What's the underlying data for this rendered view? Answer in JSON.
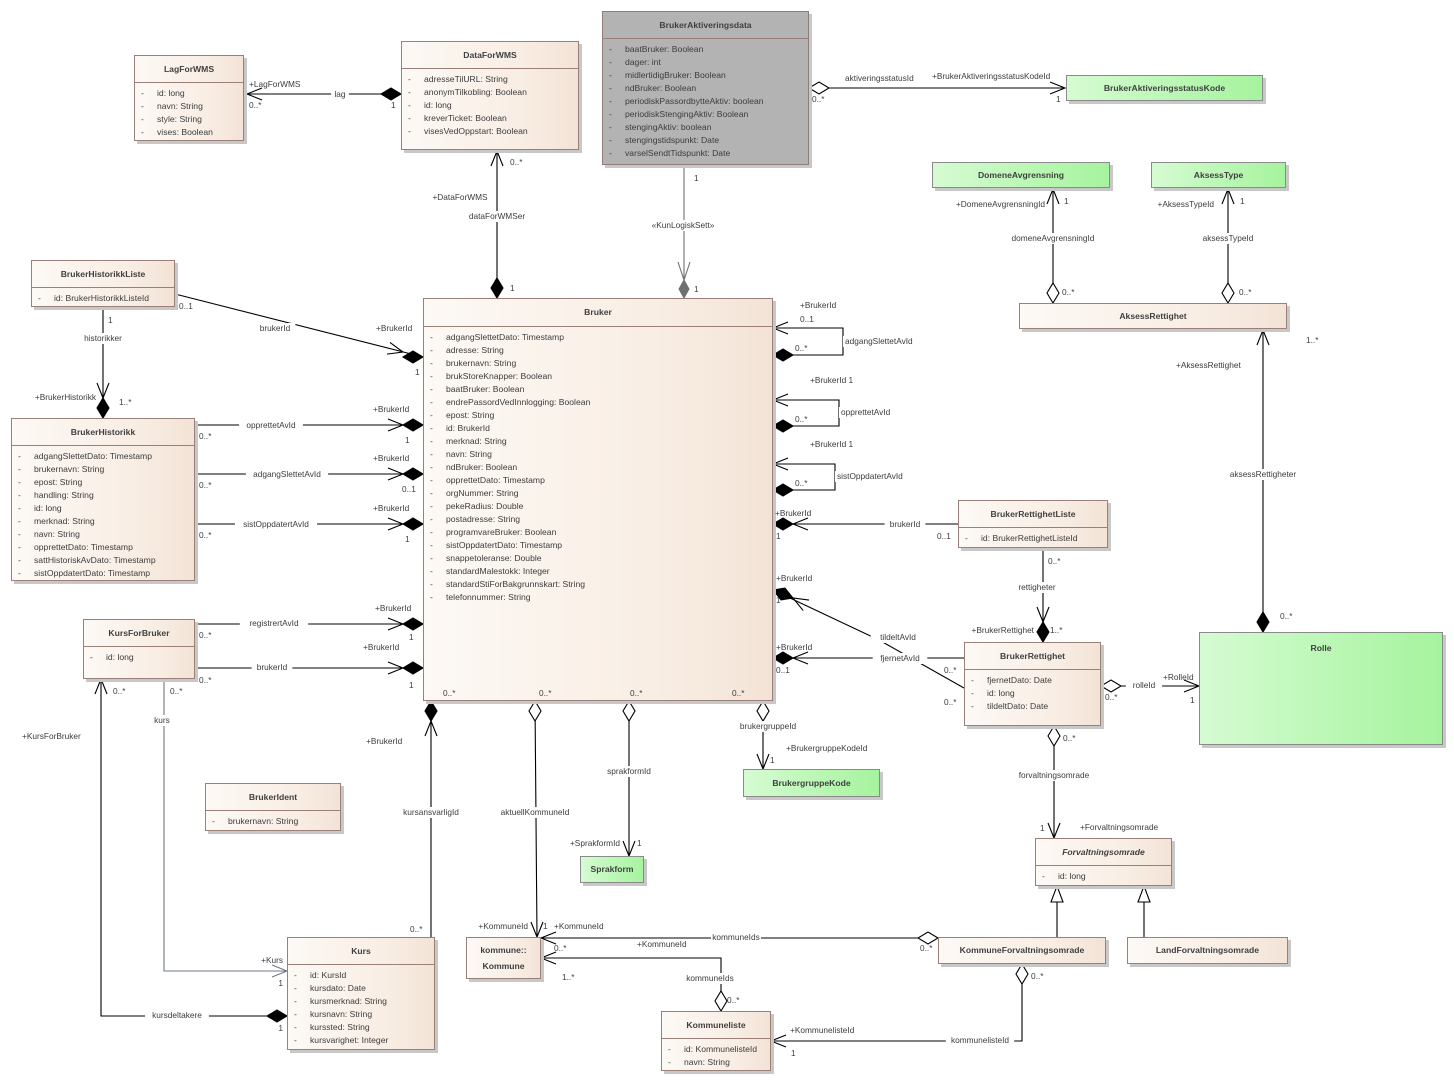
{
  "diagram": {
    "type": "UML class diagram",
    "colors": {
      "entity_fill": "#f8ede3",
      "code_fill": "#b8f7b2",
      "highlight_fill": "#b3b3b3",
      "border": "#9a8078",
      "line": "#000000",
      "dependency_line": "#707070"
    }
  },
  "classes": [
    {
      "id": "LagForWMS",
      "name": "LagForWMS",
      "style": "entity",
      "attributes": [
        "id: long",
        "navn: String",
        "style: String",
        "vises: Boolean"
      ]
    },
    {
      "id": "DataForWMS",
      "name": "DataForWMS",
      "style": "entity",
      "attributes": [
        "adresseTilURL: String",
        "anonymTilkobling: Boolean",
        "id: long",
        "kreverTicket: Boolean",
        "visesVedOppstart: Boolean"
      ]
    },
    {
      "id": "BrukerAktiveringsdata",
      "name": "BrukerAktiveringsdata",
      "style": "grey",
      "attributes": [
        "baatBruker: Boolean",
        "dager: int",
        "midlertidigBruker: Boolean",
        "ndBruker: Boolean",
        "periodiskPassordbytteAktiv: boolean",
        "periodiskStengingAktiv: Boolean",
        "stengingAktiv: boolean",
        "stengingstidspunkt: Date",
        "varselSendtTidspunkt: Date"
      ]
    },
    {
      "id": "BrukerAktiveringsstatusKode",
      "name": "BrukerAktiveringsstatusKode",
      "style": "code",
      "attributes": []
    },
    {
      "id": "DomeneAvgrensning",
      "name": "DomeneAvgrensning",
      "style": "code",
      "attributes": []
    },
    {
      "id": "AksessType",
      "name": "AksessType",
      "style": "code",
      "attributes": []
    },
    {
      "id": "AksessRettighet",
      "name": "AksessRettighet",
      "style": "entity",
      "attributes": []
    },
    {
      "id": "BrukerHistorikkListe",
      "name": "BrukerHistorikkListe",
      "style": "entity",
      "attributes": [
        "id: BrukerHistorikkListeId"
      ]
    },
    {
      "id": "BrukerHistorikk",
      "name": "BrukerHistorikk",
      "style": "entity",
      "attributes": [
        "adgangSlettetDato: Timestamp",
        "brukernavn: String",
        "epost: String",
        "handling: String",
        "id: long",
        "merknad: String",
        "navn: String",
        "opprettetDato: Timestamp",
        "sattHistoriskAvDato: Timestamp",
        "sistOppdatertDato: Timestamp"
      ]
    },
    {
      "id": "Bruker",
      "name": "Bruker",
      "style": "entity",
      "attributes": [
        "adgangSlettetDato: Timestamp",
        "adresse: String",
        "brukernavn: String",
        "brukStoreKnapper: Boolean",
        "baatBruker: Boolean",
        "endrePassordVedInnlogging: Boolean",
        "epost: String",
        "id: BrukerId",
        "merknad: String",
        "navn: String",
        "ndBruker: Boolean",
        "opprettetDato: Timestamp",
        "orgNummer: String",
        "pekeRadius: Double",
        "postadresse: String",
        "programvareBruker: Boolean",
        "sistOppdatertDato: Timestamp",
        "snappetoleranse: Double",
        "standardMalestokk: Integer",
        "standardStiForBakgrunnskart: String",
        "telefonnummer: String"
      ]
    },
    {
      "id": "BrukerRettighetListe",
      "name": "BrukerRettighetListe",
      "style": "entity",
      "attributes": [
        "id: BrukerRettighetListeId"
      ]
    },
    {
      "id": "BrukerRettighet",
      "name": "BrukerRettighet",
      "style": "entity",
      "attributes": [
        "fjernetDato: Date",
        "id: long",
        "tildeltDato: Date"
      ]
    },
    {
      "id": "Rolle",
      "name": "Rolle",
      "style": "code",
      "attributes": []
    },
    {
      "id": "KursForBruker",
      "name": "KursForBruker",
      "style": "entity",
      "attributes": [
        "id: long"
      ]
    },
    {
      "id": "BrukerIdent",
      "name": "BrukerIdent",
      "style": "entity",
      "attributes": [
        "brukernavn: String"
      ]
    },
    {
      "id": "BrukergruppeKode",
      "name": "BrukergruppeKode",
      "style": "code",
      "attributes": []
    },
    {
      "id": "Sprakform",
      "name": "Sprakform",
      "style": "code",
      "attributes": []
    },
    {
      "id": "Forvaltningsomrade",
      "name": "Forvaltningsomrade",
      "style": "entity",
      "abstract": true,
      "attributes": [
        "id: long"
      ]
    },
    {
      "id": "Kurs",
      "name": "Kurs",
      "style": "entity",
      "attributes": [
        "id: KursId",
        "kursdato: Date",
        "kursmerknad: String",
        "kursnavn: String",
        "kurssted: String",
        "kursvarighet: Integer"
      ]
    },
    {
      "id": "Kommune",
      "name": "kommune::\nKommune",
      "style": "entity",
      "attributes": []
    },
    {
      "id": "Kommuneliste",
      "name": "Kommuneliste",
      "style": "entity",
      "attributes": [
        "id: KommunelisteId",
        "navn: String"
      ]
    },
    {
      "id": "KommuneForvaltningsomrade",
      "name": "KommuneForvaltningsomrade",
      "style": "entity",
      "attributes": []
    },
    {
      "id": "LandForvaltningsomrade",
      "name": "LandForvaltningsomrade",
      "style": "entity",
      "attributes": []
    }
  ],
  "relations": [
    {
      "id": "lag",
      "from": "DataForWMS",
      "to": "LagForWMS",
      "kind": "composition",
      "name": "lag",
      "role": "+LagForWMS",
      "source_mult": "1",
      "target_mult": "0..*"
    },
    {
      "id": "dataForWMSer",
      "from": "Bruker",
      "to": "DataForWMS",
      "kind": "composition",
      "name": "dataForWMSer",
      "role": "+DataForWMS",
      "source_mult": "1",
      "target_mult": "0..*"
    },
    {
      "id": "aktiveringsstatusId",
      "from": "BrukerAktiveringsdata",
      "to": "BrukerAktiveringsstatusKode",
      "kind": "aggregation",
      "name": "aktiveringsstatusId",
      "role": "+BrukerAktiveringsstatusKodeId",
      "source_mult": "0..*",
      "target_mult": "1"
    },
    {
      "id": "kunLogiskSett",
      "from": "Bruker",
      "to": "BrukerAktiveringsdata",
      "kind": "composition-dependency",
      "name": "«KunLogiskSett»",
      "role": "",
      "source_mult": "1",
      "target_mult": "1"
    },
    {
      "id": "domeneAvgrensningId",
      "from": "AksessRettighet",
      "to": "DomeneAvgrensning",
      "kind": "aggregation",
      "name": "domeneAvgrensningId",
      "role": "+DomeneAvgrensningId",
      "source_mult": "0..*",
      "target_mult": "1"
    },
    {
      "id": "aksessTypeId",
      "from": "AksessRettighet",
      "to": "AksessType",
      "kind": "aggregation",
      "name": "aksessTypeId",
      "role": "+AksessTypeId",
      "source_mult": "0..*",
      "target_mult": "1"
    },
    {
      "id": "aksessRettigheter",
      "from": "Rolle",
      "to": "AksessRettighet",
      "kind": "composition",
      "name": "aksessRettigheter",
      "role": "+AksessRettighet",
      "source_mult": "0..*",
      "target_mult": "1..*"
    },
    {
      "id": "historikker",
      "from": "BrukerHistorikk",
      "to": "BrukerHistorikkListe",
      "kind": "composition",
      "name": "historikker",
      "role": "+BrukerHistorikk",
      "source_mult": "1..*",
      "target_mult": "1"
    },
    {
      "id": "bhl-brukerId",
      "from": "Bruker",
      "to": "BrukerHistorikkListe",
      "kind": "composition",
      "name": "brukerId",
      "role": "+BrukerId",
      "source_mult": "1",
      "target_mult": "0..1"
    },
    {
      "id": "bh-opprettetAvId",
      "from": "Bruker",
      "to": "BrukerHistorikk",
      "kind": "composition",
      "name": "opprettetAvId",
      "role": "+BrukerId",
      "source_mult": "1",
      "target_mult": "0..*"
    },
    {
      "id": "bh-adgangSlettetAvId",
      "from": "Bruker",
      "to": "BrukerHistorikk",
      "kind": "composition",
      "name": "adgangSlettetAvId",
      "role": "+BrukerId",
      "source_mult": "0..1",
      "target_mult": "0..*"
    },
    {
      "id": "bh-sistOppdatertAvId",
      "from": "Bruker",
      "to": "BrukerHistorikk",
      "kind": "composition",
      "name": "sistOppdatertAvId",
      "role": "+BrukerId",
      "source_mult": "1",
      "target_mult": "0..*"
    },
    {
      "id": "self-adgangSlettetAvId",
      "from": "Bruker",
      "to": "Bruker",
      "kind": "composition",
      "name": "adgangSlettetAvId",
      "role": "+BrukerId",
      "source_mult": "0..*",
      "target_mult": "0..1"
    },
    {
      "id": "self-opprettetAvId",
      "from": "Bruker",
      "to": "Bruker",
      "kind": "composition",
      "name": "opprettetAvId",
      "role": "+BrukerId 1",
      "source_mult": "0..*",
      "target_mult": "1"
    },
    {
      "id": "self-sistOppdatertAvId",
      "from": "Bruker",
      "to": "Bruker",
      "kind": "composition",
      "name": "sistOppdatertAvId",
      "role": "+BrukerId 1",
      "source_mult": "0..*",
      "target_mult": "1"
    },
    {
      "id": "brl-brukerId",
      "from": "Bruker",
      "to": "BrukerRettighetListe",
      "kind": "composition",
      "name": "brukerId",
      "role": "+BrukerId",
      "source_mult": "1",
      "target_mult": "0..1"
    },
    {
      "id": "rettigheter",
      "from": "BrukerRettighet",
      "to": "BrukerRettighetListe",
      "kind": "composition",
      "name": "rettigheter",
      "role": "+BrukerRettighet",
      "source_mult": "1..*",
      "target_mult": "0..*"
    },
    {
      "id": "tildeltAvId",
      "from": "Bruker",
      "to": "BrukerRettighet",
      "kind": "composition",
      "name": "tildeltAvId",
      "role": "+BrukerId",
      "source_mult": "1",
      "target_mult": "0..*"
    },
    {
      "id": "fjernetAvId",
      "from": "Bruker",
      "to": "BrukerRettighet",
      "kind": "composition",
      "name": "fjernetAvId",
      "role": "+BrukerId",
      "source_mult": "0..1",
      "target_mult": "0..*"
    },
    {
      "id": "rolleId",
      "from": "BrukerRettighet",
      "to": "Rolle",
      "kind": "aggregation",
      "name": "rolleId",
      "role": "+RolleId",
      "source_mult": "0..*",
      "target_mult": "1"
    },
    {
      "id": "forvaltningsomrade",
      "from": "BrukerRettighet",
      "to": "Forvaltningsomrade",
      "kind": "aggregation",
      "name": "forvaltningsomrade",
      "role": "+Forvaltningsomrade",
      "source_mult": "0..*",
      "target_mult": "1"
    },
    {
      "id": "registrertAvId",
      "from": "Bruker",
      "to": "KursForBruker",
      "kind": "composition",
      "name": "registrertAvId",
      "role": "+BrukerId",
      "source_mult": "1",
      "target_mult": "0..*"
    },
    {
      "id": "kfb-brukerId",
      "from": "Bruker",
      "to": "KursForBruker",
      "kind": "composition",
      "name": "brukerId",
      "role": "+BrukerId",
      "source_mult": "1",
      "target_mult": "0..*"
    },
    {
      "id": "kursansvarligId",
      "from": "Bruker",
      "to": "Kurs",
      "kind": "composition",
      "name": "kursansvarligId",
      "role": "+BrukerId",
      "source_mult": "0..*",
      "target_mult": "0..*"
    },
    {
      "id": "aktuellKommuneId",
      "from": "Bruker",
      "to": "Kommune",
      "kind": "aggregation",
      "name": "aktuellKommuneId",
      "role": "+KommuneId",
      "source_mult": "0..*",
      "target_mult": "1"
    },
    {
      "id": "sprakformId",
      "from": "Bruker",
      "to": "Sprakform",
      "kind": "aggregation",
      "name": "sprakformId",
      "role": "+SprakformId",
      "source_mult": "0..*",
      "target_mult": "1"
    },
    {
      "id": "brukergruppeId",
      "from": "Bruker",
      "to": "BrukergruppeKode",
      "kind": "aggregation",
      "name": "brukergruppeId",
      "role": "+BrukergruppeKodeId",
      "source_mult": "0..*",
      "target_mult": "1"
    },
    {
      "id": "kurs",
      "from": "KursForBruker",
      "to": "Kurs",
      "kind": "association",
      "name": "kurs",
      "role": "+Kurs",
      "source_mult": "0..*",
      "target_mult": "1"
    },
    {
      "id": "kursdeltakere",
      "from": "Kurs",
      "to": "KursForBruker",
      "kind": "composition",
      "name": "kursdeltakere",
      "role": "+KursForBruker",
      "source_mult": "1",
      "target_mult": "0..*"
    },
    {
      "id": "kf-kommuneIds",
      "from": "KommuneForvaltningsomrade",
      "to": "Kommune",
      "kind": "aggregation",
      "name": "kommuneIds",
      "role": "+KommuneId",
      "source_mult": "0..*",
      "target_mult": "0..*"
    },
    {
      "id": "kl-kommuneIds",
      "from": "Kommuneliste",
      "to": "Kommune",
      "kind": "aggregation",
      "name": "kommuneIds",
      "role": "+KommuneId",
      "source_mult": "0..*",
      "target_mult": "1..*"
    },
    {
      "id": "kommunelisteId",
      "from": "KommuneForvaltningsomrade",
      "to": "Kommuneliste",
      "kind": "aggregation",
      "name": "kommunelisteId",
      "role": "+KommunelisteId",
      "source_mult": "0..*",
      "target_mult": "1"
    },
    {
      "id": "gen-kommune",
      "from": "KommuneForvaltningsomrade",
      "to": "Forvaltningsomrade",
      "kind": "generalization",
      "name": "",
      "role": "",
      "source_mult": "",
      "target_mult": ""
    },
    {
      "id": "gen-land",
      "from": "LandForvaltningsomrade",
      "to": "Forvaltningsomrade",
      "kind": "generalization",
      "name": "",
      "role": "",
      "source_mult": "",
      "target_mult": ""
    }
  ],
  "bruker_bottom_multiplicities": [
    "0..*",
    "0..*",
    "0..*",
    "0..*"
  ]
}
